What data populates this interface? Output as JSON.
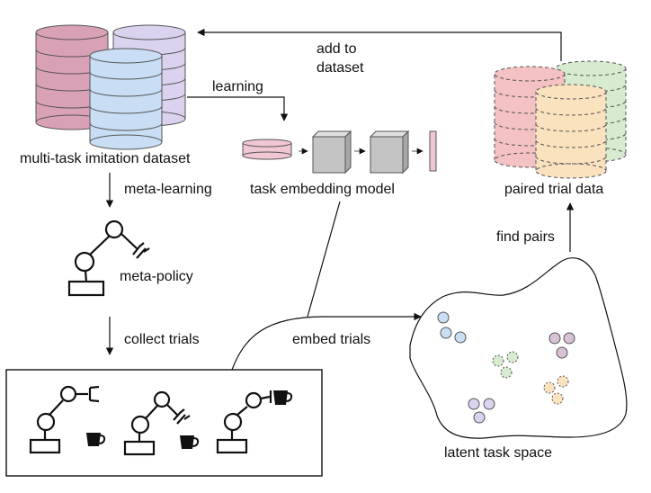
{
  "labels": {
    "dataset": "multi-task imitation dataset",
    "learning": "learning",
    "embedding_model": "task embedding model",
    "add_line1": "add to",
    "add_line2": "dataset",
    "paired": "paired trial data",
    "meta_learning": "meta-learning",
    "meta_policy": "meta-policy",
    "collect_trials": "collect trials",
    "embed_trials": "embed trials",
    "find_pairs": "find pairs",
    "latent_space": "latent task space"
  },
  "colors": {
    "pink": "#d9a1b6",
    "purple": "#dad2ee",
    "blue": "#c9def4",
    "salmon": "#f4c2c2",
    "green": "#d6ebcf",
    "peach": "#fbe2bf",
    "stroke": "#555555",
    "gray_block": "#c4c4c4",
    "embed_bar": "#f0c7d3"
  },
  "icons": [
    "database-icon",
    "robot-arm-icon",
    "coffee-cup-icon",
    "embedding-vector-icon"
  ]
}
